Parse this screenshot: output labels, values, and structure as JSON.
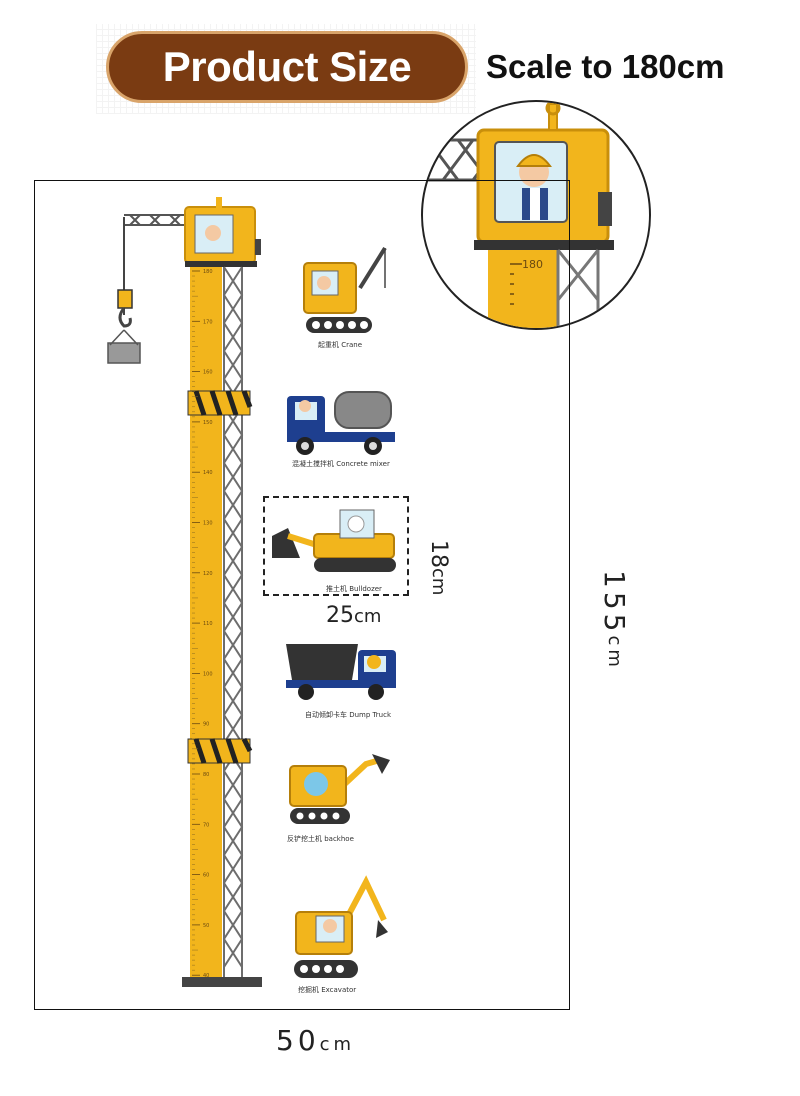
{
  "header": {
    "title": "Product Size",
    "scale_note": "Scale to 180cm"
  },
  "dimensions": {
    "width": {
      "value": "50",
      "unit": "cm"
    },
    "height": {
      "value": "155",
      "unit": "cm"
    },
    "sample_width": {
      "value": "25",
      "unit": "cm"
    },
    "sample_height": {
      "value": "18",
      "unit": "cm"
    }
  },
  "ruler": {
    "top_label": "180",
    "ticks": [
      "180",
      "170",
      "160",
      "150",
      "140",
      "130",
      "120",
      "110",
      "100",
      "90",
      "80",
      "70",
      "60",
      "50",
      "40"
    ]
  },
  "vehicles": [
    {
      "label": "起重机 Crane",
      "icon": "crane-vehicle-icon"
    },
    {
      "label": "混凝土搅拌机 Concrete mixer",
      "icon": "concrete-mixer-icon"
    },
    {
      "label": "推土机 Bulldozer",
      "icon": "bulldozer-icon"
    },
    {
      "label": "自动倾卸卡车 Dump Truck",
      "icon": "dump-truck-icon"
    },
    {
      "label": "反铲挖土机 backhoe",
      "icon": "backhoe-icon"
    },
    {
      "label": "挖掘机 Excavator",
      "icon": "excavator-icon"
    }
  ],
  "colors": {
    "banner": "#7a3b12",
    "crane_yellow": "#f2b51c",
    "truck_blue": "#1e3f8f"
  }
}
